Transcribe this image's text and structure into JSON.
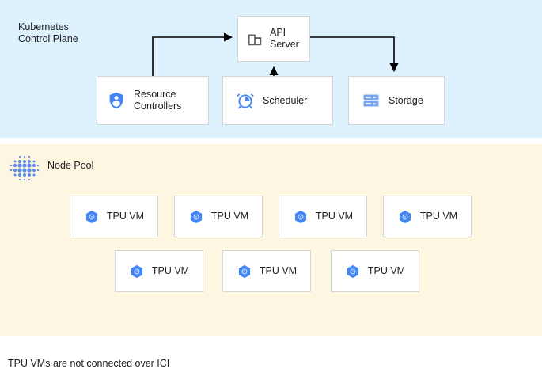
{
  "colors": {
    "control_plane_bg": "#ddf2fd",
    "node_pool_bg": "#fdf6e0",
    "box_bg": "#ffffff",
    "box_border": "#d3d6da",
    "accent_blue": "#4285f4",
    "icon_gray": "#5f6368",
    "text": "#202124",
    "connector": "#000000"
  },
  "control_plane": {
    "title": "Kubernetes\nControl Plane",
    "boxes": [
      {
        "id": "api-server",
        "label": "API\nServer",
        "icon": "building-icon"
      },
      {
        "id": "resource-controllers",
        "label": "Resource\nControllers",
        "icon": "shield-person-icon"
      },
      {
        "id": "scheduler",
        "label": "Scheduler",
        "icon": "alarm-clock-icon"
      },
      {
        "id": "storage",
        "label": "Storage",
        "icon": "server-rack-icon"
      }
    ],
    "connectors": [
      {
        "from": "resource-controllers",
        "to": "api-server"
      },
      {
        "from": "scheduler",
        "to": "api-server"
      },
      {
        "from": "api-server",
        "to": "storage"
      }
    ]
  },
  "node_pool": {
    "title": "Node Pool",
    "icon": "dot-grid-icon",
    "rows": [
      {
        "items": [
          {
            "label": "TPU VM",
            "icon": "tpu-hex-icon"
          },
          {
            "label": "TPU VM",
            "icon": "tpu-hex-icon"
          },
          {
            "label": "TPU VM",
            "icon": "tpu-hex-icon"
          },
          {
            "label": "TPU VM",
            "icon": "tpu-hex-icon"
          }
        ]
      },
      {
        "items": [
          {
            "label": "TPU VM",
            "icon": "tpu-hex-icon"
          },
          {
            "label": "TPU VM",
            "icon": "tpu-hex-icon"
          },
          {
            "label": "TPU VM",
            "icon": "tpu-hex-icon"
          }
        ]
      }
    ]
  },
  "caption": "TPU VMs are not connected over ICI"
}
